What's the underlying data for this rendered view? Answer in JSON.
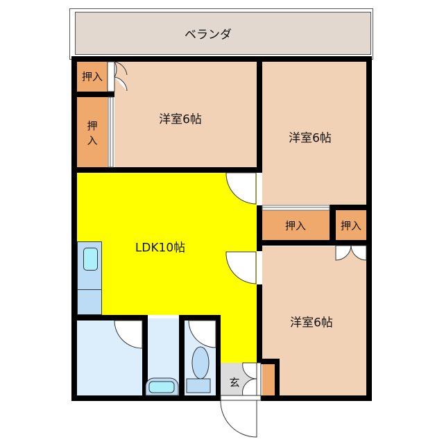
{
  "floorplan": {
    "colors": {
      "veranda": "#e2d8cf",
      "bedroom": "#f2d2b6",
      "closet": "#f0a96c",
      "ldk": "#ffff00",
      "wet": "#dceefc",
      "kitchen": "#bcdcf5",
      "sink": "#aef0fa",
      "entrance": "#dcdcdc",
      "wall": "#000000"
    },
    "rooms": {
      "veranda": {
        "label": "ベランダ"
      },
      "bedroom_top_left": {
        "label": "洋室6帖"
      },
      "bedroom_top_right": {
        "label": "洋室6帖"
      },
      "bedroom_bottom_right": {
        "label": "洋室6帖"
      },
      "ldk": {
        "label": "LDK10帖"
      },
      "entrance": {
        "label": "玄"
      },
      "closet_1": {
        "label": "押入"
      },
      "closet_2_line1": {
        "label": "押"
      },
      "closet_2_line2": {
        "label": "入"
      },
      "closet_3": {
        "label": "押入"
      },
      "closet_4": {
        "label": "押入"
      }
    }
  }
}
